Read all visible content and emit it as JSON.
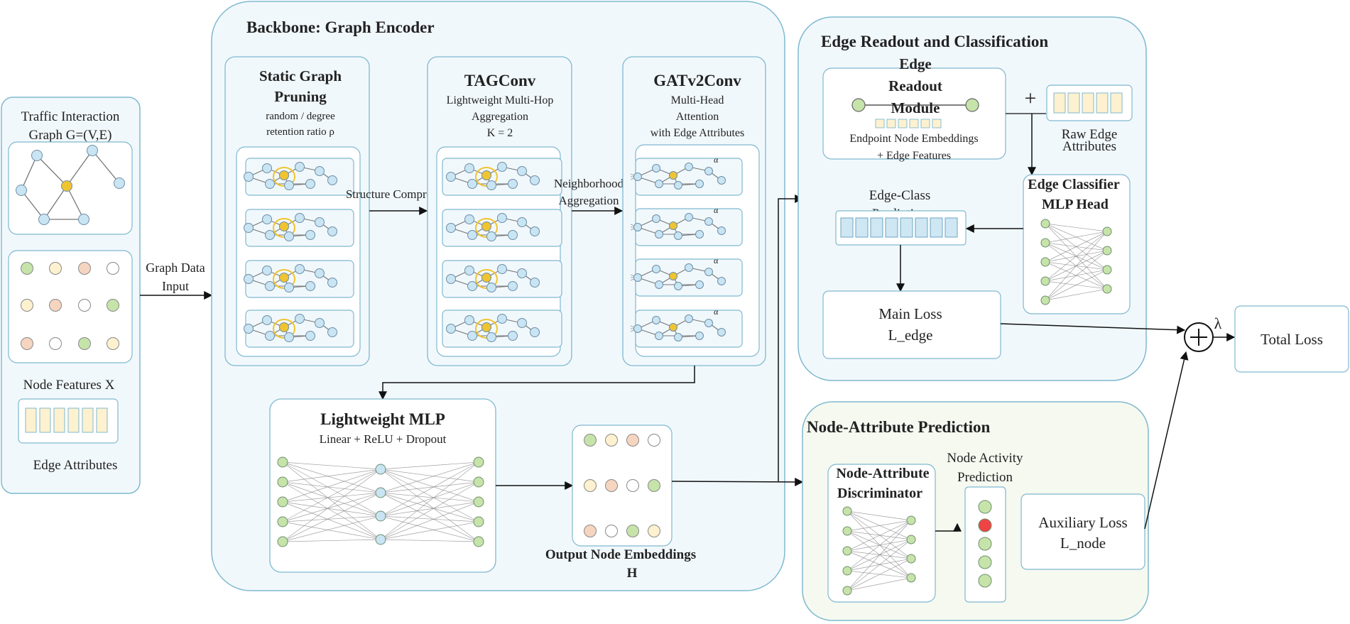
{
  "input_panel": {
    "title_line1": "Traffic Interaction",
    "title_line2": "Graph G=(V,E)",
    "node_features_label": "Node Features X",
    "edge_attributes_label": "Edge Attributes"
  },
  "graph_data_input": {
    "line1": "Graph Data",
    "line2": "Input"
  },
  "backbone": {
    "title": "Backbone: Graph Encoder",
    "pruning": {
      "title_line1": "Static Graph",
      "title_line2": "Pruning",
      "sub_line1": "random / degree",
      "sub_line2": "retention ratio ρ"
    },
    "structure_compression": "Structure Compression",
    "tagconv": {
      "title": "TAGConv",
      "sub_line1": "Lightweight Multi-Hop",
      "sub_line2": "Aggregation",
      "sub_line3": "K = 2"
    },
    "neighborhood_line1": "Neighborhood",
    "neighborhood_line2": "Aggregation",
    "gatv2": {
      "title": "GATv2Conv",
      "sub_line1": "Multi-Head",
      "sub_line2": "Attention",
      "sub_line3": "with Edge Attributes",
      "alpha": "α"
    },
    "mlp": {
      "title": "Lightweight MLP",
      "sub": "Linear + ReLU + Dropout"
    },
    "output_line1": "Output Node Embeddings",
    "output_line2": "H"
  },
  "edge_readout": {
    "title": "Edge Readout and Classification",
    "module_line1": "Edge",
    "module_line2": "Readout",
    "module_line3": "Module",
    "module_sub1": "Endpoint Node Embeddings",
    "module_sub2": "+ Edge Features",
    "plus": "+",
    "raw_line1": "Raw Edge",
    "raw_line2": "Attributes",
    "classifier_line1": "Edge Classifier",
    "classifier_line2": "MLP Head",
    "prediction_line1": "Edge-Class",
    "prediction_line2": "Prediction",
    "loss_line1": "Main Loss",
    "loss_line2": "L_edge"
  },
  "node_prediction": {
    "title": "Node-Attribute Prediction",
    "disc_line1": "Node-Attribute",
    "disc_line2": "Discriminator",
    "activity_line1": "Node Activity",
    "activity_line2": "Prediction",
    "loss_line1": "Auxiliary Loss",
    "loss_line2": "L_node"
  },
  "total": {
    "lambda": "λ",
    "label": "Total Loss"
  },
  "colors": {
    "panel_fill": "#f1f8fc",
    "panel_stroke": "#7fb9cf",
    "node_panel_fill": "#f5f9f0",
    "node_blue": "#c9e4f3",
    "node_orange": "#f0c430",
    "node_green": "#c6e3a9",
    "node_cream": "#fdf1cf",
    "node_peach": "#f6d5c0",
    "node_red": "#ee4444",
    "feature_cell": "#fdf1cf",
    "class_cell": "#cfe6f3",
    "edge_gray": "#8a8a8a"
  }
}
